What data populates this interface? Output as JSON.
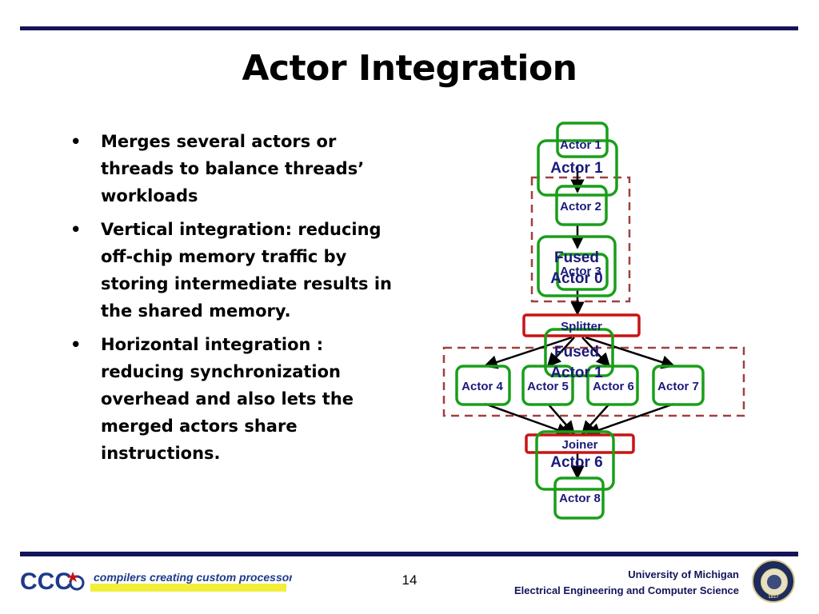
{
  "slide": {
    "title": "Actor Integration",
    "page_number": "14"
  },
  "bullets": [
    {
      "marker": "•",
      "text": "Merges several actors or threads to balance threads’ workloads"
    },
    {
      "marker": "•",
      "text": "Vertical integration: reducing off-chip memory traffic by storing intermediate results in the shared memory."
    },
    {
      "marker": "•",
      "text": "Horizontal integration : reducing synchronization overhead and also lets the merged actors share instructions."
    }
  ],
  "diagram": {
    "nodes": {
      "actor1": "Actor 1",
      "actor2": "Actor 2",
      "actor3": "Actor 3",
      "splitter": "Splitter",
      "actor4": "Actor 4",
      "actor5": "Actor 5",
      "actor6": "Actor 6",
      "actor7": "Actor 7",
      "joiner": "Joiner",
      "actor8": "Actor 8"
    },
    "overlay_labels": {
      "top_actor1": "Actor 1",
      "fused_top": "Fused",
      "actor0": "Actor 0",
      "fused_mid": "Fused",
      "mid_actor1": "Actor 1",
      "bottom_actor6": "Actor 6"
    },
    "colors": {
      "actor": "#1a9e1a",
      "split_join": "#c81414",
      "fused_region": "#a04040",
      "text_label": "#1a1a7a",
      "arrow": "#000000"
    }
  },
  "footer": {
    "logo_text": "CCC",
    "tagline": "compilers creating custom processors",
    "university": "University of Michigan",
    "department": "Electrical Engineering and Computer Science",
    "seal_year": "1817"
  }
}
